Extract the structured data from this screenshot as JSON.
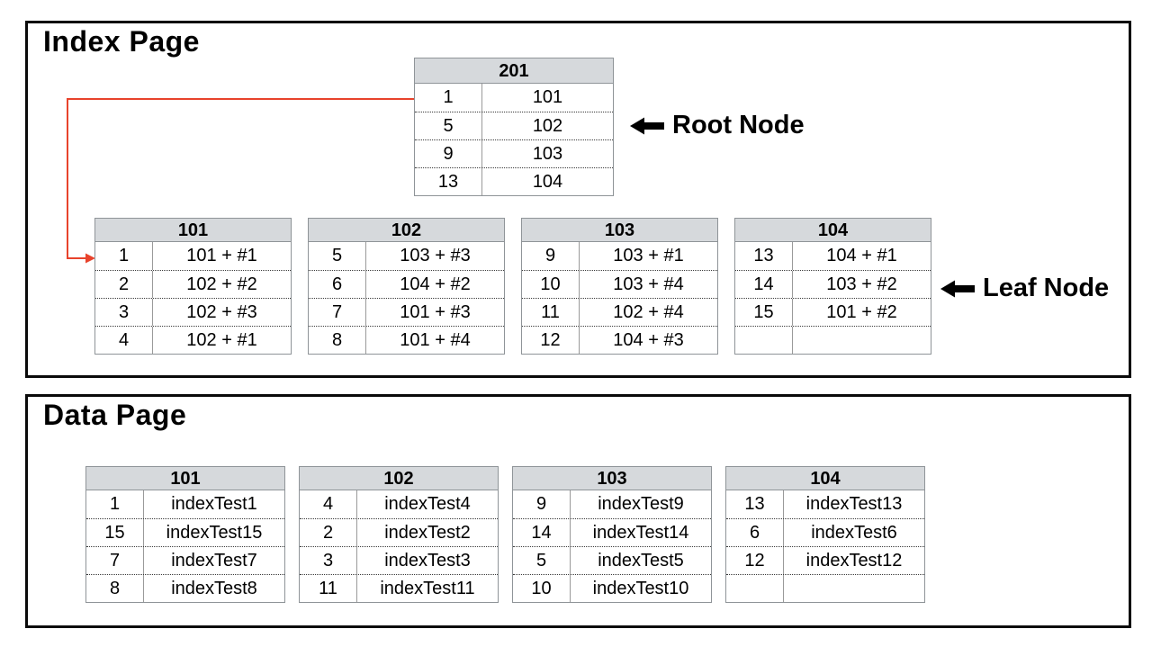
{
  "colors": {
    "header_bg": "#d6d9dc",
    "table_border": "#8f9498",
    "box_border": "#0a0a0a",
    "connector_red": "#e8432c"
  },
  "index_page": {
    "title": "Index Page",
    "root_callout": "Root Node",
    "leaf_callout": "Leaf Node",
    "root_node": {
      "id": "201",
      "rows": [
        [
          "1",
          "101"
        ],
        [
          "5",
          "102"
        ],
        [
          "9",
          "103"
        ],
        [
          "13",
          "104"
        ]
      ]
    },
    "leaf_nodes": [
      {
        "id": "101",
        "rows": [
          [
            "1",
            "101 + #1"
          ],
          [
            "2",
            "102 + #2"
          ],
          [
            "3",
            "102 + #3"
          ],
          [
            "4",
            "102 + #1"
          ]
        ]
      },
      {
        "id": "102",
        "rows": [
          [
            "5",
            "103 + #3"
          ],
          [
            "6",
            "104 + #2"
          ],
          [
            "7",
            "101 + #3"
          ],
          [
            "8",
            "101 + #4"
          ]
        ]
      },
      {
        "id": "103",
        "rows": [
          [
            "9",
            "103 + #1"
          ],
          [
            "10",
            "103 + #4"
          ],
          [
            "11",
            "102 + #4"
          ],
          [
            "12",
            "104 + #3"
          ]
        ]
      },
      {
        "id": "104",
        "rows": [
          [
            "13",
            "104 + #1"
          ],
          [
            "14",
            "103 + #2"
          ],
          [
            "15",
            "101 + #2"
          ],
          [
            "",
            ""
          ]
        ]
      }
    ]
  },
  "data_page": {
    "title": "Data Page",
    "pages": [
      {
        "id": "101",
        "rows": [
          [
            "1",
            "indexTest1"
          ],
          [
            "15",
            "indexTest15"
          ],
          [
            "7",
            "indexTest7"
          ],
          [
            "8",
            "indexTest8"
          ]
        ]
      },
      {
        "id": "102",
        "rows": [
          [
            "4",
            "indexTest4"
          ],
          [
            "2",
            "indexTest2"
          ],
          [
            "3",
            "indexTest3"
          ],
          [
            "11",
            "indexTest11"
          ]
        ]
      },
      {
        "id": "103",
        "rows": [
          [
            "9",
            "indexTest9"
          ],
          [
            "14",
            "indexTest14"
          ],
          [
            "5",
            "indexTest5"
          ],
          [
            "10",
            "indexTest10"
          ]
        ]
      },
      {
        "id": "104",
        "rows": [
          [
            "13",
            "indexTest13"
          ],
          [
            "6",
            "indexTest6"
          ],
          [
            "12",
            "indexTest12"
          ],
          [
            "",
            ""
          ]
        ]
      }
    ]
  }
}
